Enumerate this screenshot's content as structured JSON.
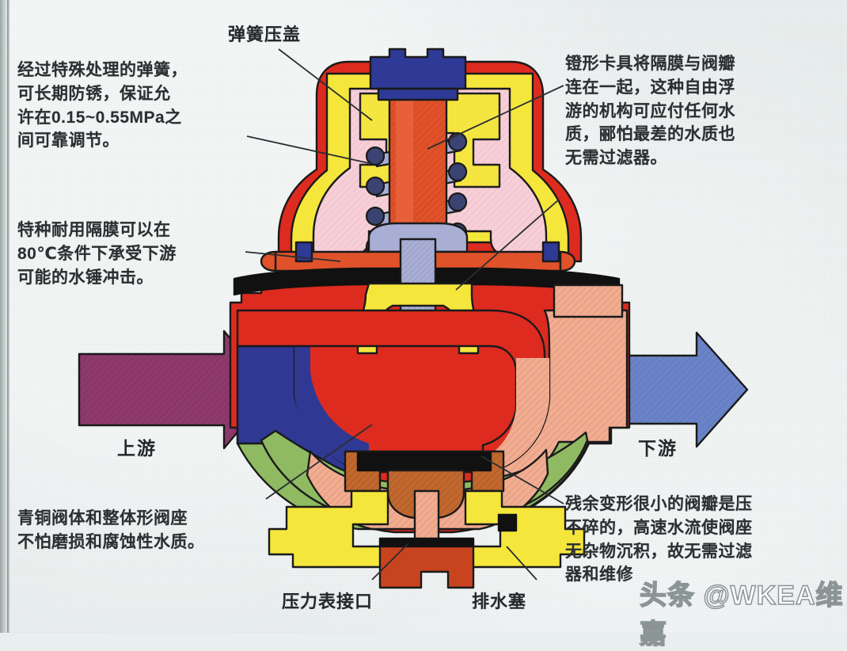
{
  "document": {
    "type": "pressure-reducing-valve-cutaway",
    "background_color": "#e9eeee",
    "watermark": "头条 @WKEA维嘉"
  },
  "annotations": {
    "spring": {
      "text": "经过特殊处理的弹簧，\n可长期防锈，保证允\n许在0.15~0.55MPa之\n间可靠调节。",
      "position": "top-left"
    },
    "diaphragm": {
      "text": "特种耐用隔膜可以在\n80℃条件下承受下游\n可能的水锤冲击。",
      "position": "mid-left"
    },
    "clamp": {
      "text": "镫形卡具将隔膜与阀瓣\n连在一起，这种自由浮\n游的机构可应付任何水\n质，郦怕最差的水质也\n无需过滤器。",
      "position": "top-right"
    },
    "bronze_body": {
      "text": "青铜阀体和整体形阀座\n不怕磨损和腐蚀性水质。",
      "position": "bottom-left"
    },
    "disc": {
      "text": "残余变形很小的阀瓣是压\n不碎的，高速水流使阀座\n无杂物沉积，故无需过滤\n器和维修",
      "position": "bottom-right"
    }
  },
  "callouts": {
    "spring_gland": "弹簧压盖",
    "gauge_port": "压力表接口",
    "drain_plug": "排水塞"
  },
  "flow": {
    "upstream_label": "上游",
    "downstream_label": "下游",
    "upstream_arrow_color": "#8e3a6b",
    "downstream_arrow_color": "#6b84c8"
  },
  "palette": {
    "bonnet_yellow": "#f5e63c",
    "interior_pink": "#f6cfd8",
    "adjust_screw_orange": "#e0522a",
    "cap_nut_blue": "#2e3a96",
    "spring_purple": "#9aa0cc",
    "diaphragm_black": "#111111",
    "body_red": "#dd2b20",
    "inlet_blue": "#2f3893",
    "outlet_peach": "#f0ad91",
    "bronze_green": "#8fba62",
    "plug_brown": "#c05a29",
    "drain_plug_red": "#c8441f",
    "outline": "#1a1a1a"
  }
}
